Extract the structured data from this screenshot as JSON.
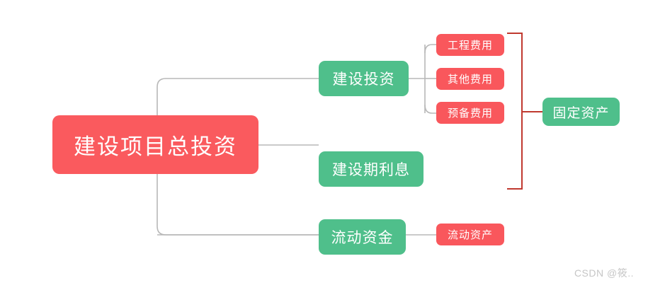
{
  "diagram": {
    "title": "建设项目总投资",
    "root": {
      "label": "建设项目总投资",
      "color": "#fa5a5e"
    },
    "branches": [
      {
        "label": "建设投资",
        "color": "#4fbf8b",
        "children": [
          {
            "label": "工程费用",
            "color": "#f9575c"
          },
          {
            "label": "其他费用",
            "color": "#f9575c"
          },
          {
            "label": "预备费用",
            "color": "#f9575c"
          }
        ]
      },
      {
        "label": "建设期利息",
        "color": "#4fbf8b",
        "children": []
      },
      {
        "label": "流动资金",
        "color": "#4fbf8b",
        "children": [
          {
            "label": "流动资产",
            "color": "#f9575c"
          }
        ]
      }
    ],
    "grouped": {
      "label": "固定资产",
      "color": "#4fbf8b",
      "bracket_color": "#c0392f"
    },
    "connector_color": "#b8b8b8"
  },
  "watermark": {
    "text": "CSDN @筱.."
  }
}
